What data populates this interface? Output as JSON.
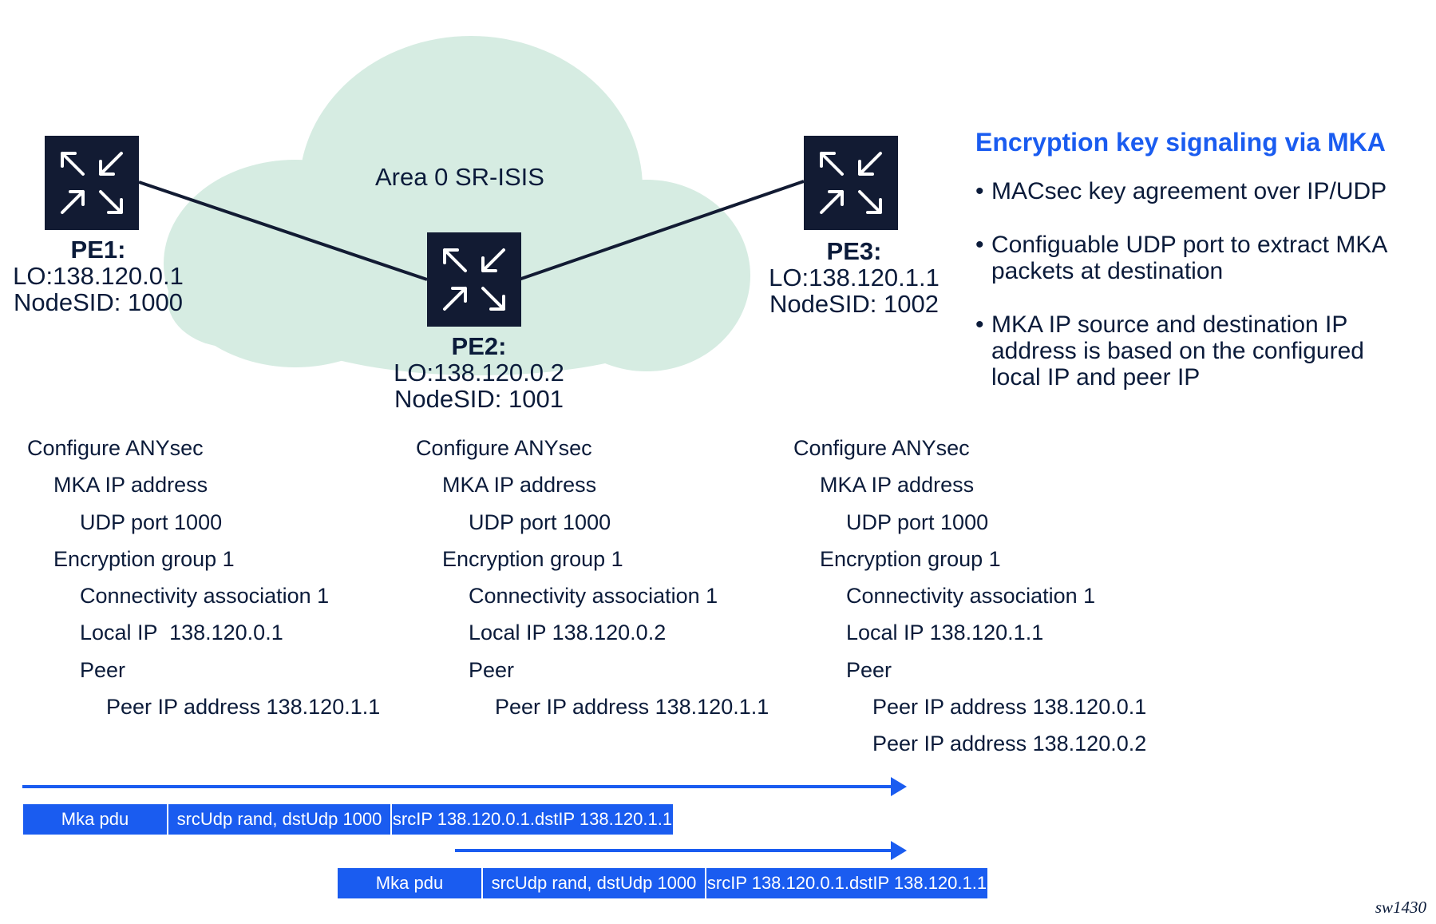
{
  "area_label": "Area 0 SR-ISIS",
  "nodes": {
    "pe1": {
      "name": "PE1:",
      "lo": "LO:138.120.0.1",
      "sid": "NodeSID: 1000"
    },
    "pe2": {
      "name": "PE2:",
      "lo": "LO:138.120.0.2",
      "sid": "NodeSID: 1001"
    },
    "pe3": {
      "name": "PE3:",
      "lo": "LO:138.120.1.1",
      "sid": "NodeSID: 1002"
    }
  },
  "info": {
    "title": "Encryption key signaling via MKA",
    "bullets": [
      {
        "lines": [
          "MACsec key agreement over IP/UDP"
        ]
      },
      {
        "lines": [
          "Configuable UDP port to extract MKA",
          "packets at destination"
        ]
      },
      {
        "lines": [
          "MKA IP source and destination IP",
          "address is based on the configured",
          "local IP and peer IP"
        ]
      }
    ]
  },
  "configs": [
    {
      "lines": [
        "Configure ANYsec",
        "MKA IP address",
        "UDP port 1000",
        "Encryption group 1",
        "Connectivity association 1",
        "Local IP  138.120.0.1",
        "Peer",
        "Peer IP address 138.120.1.1"
      ]
    },
    {
      "lines": [
        "Configure ANYsec",
        "MKA IP address",
        "UDP port 1000",
        "Encryption group 1",
        "Connectivity association 1",
        "Local IP 138.120.0.2",
        "Peer",
        "Peer IP address 138.120.1.1"
      ]
    },
    {
      "lines": [
        "Configure ANYsec",
        "MKA IP address",
        "UDP port 1000",
        "Encryption group 1",
        "Connectivity association 1",
        "Local IP 138.120.1.1",
        "Peer",
        "Peer IP address 138.120.0.1",
        "Peer IP address 138.120.0.2"
      ]
    }
  ],
  "packets": [
    {
      "fields": [
        "Mka pdu",
        "srcUdp rand, dstUdp 1000",
        "srcIP 138.120.0.1.dstIP 138.120.1.1"
      ]
    },
    {
      "fields": [
        "Mka pdu",
        "srcUdp rand, dstUdp 1000",
        "srcIP 138.120.0.1.dstIP 138.120.1.1"
      ]
    }
  ],
  "figure_id": "sw1430",
  "colors": {
    "accent": "#1a5cf0",
    "router": "#121b33",
    "cloud": "#d6ece2",
    "text": "#0b1b3a"
  }
}
